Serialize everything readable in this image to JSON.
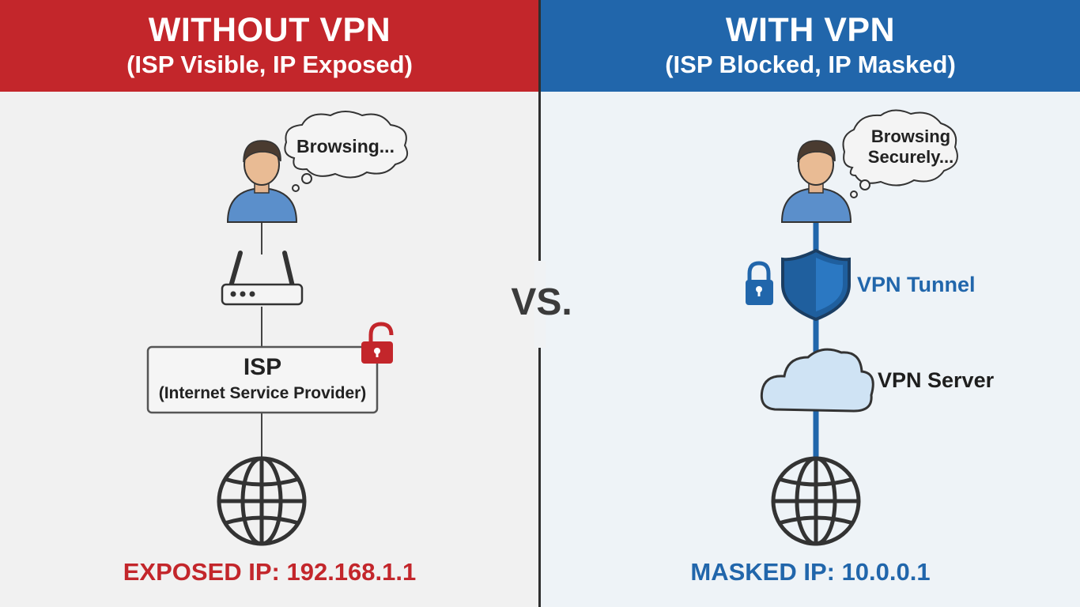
{
  "left": {
    "title": "WITHOUT VPN",
    "subtitle": "(ISP Visible, IP Exposed)",
    "thought": "Browsing...",
    "isp_title": "ISP",
    "isp_subtitle": "(Internet Service Provider)",
    "ip_label": "EXPOSED IP: 192.168.1.1",
    "accent": "#c3262b"
  },
  "right": {
    "title": "WITH VPN",
    "subtitle": "(ISP Blocked, IP Masked)",
    "thought_line1": "Browsing",
    "thought_line2": "Securely...",
    "tunnel_label": "VPN Tunnel",
    "server_label": "VPN Server",
    "ip_label": "MASKED IP: 10.0.0.1",
    "accent": "#2166ab"
  },
  "vs_label": "VS."
}
